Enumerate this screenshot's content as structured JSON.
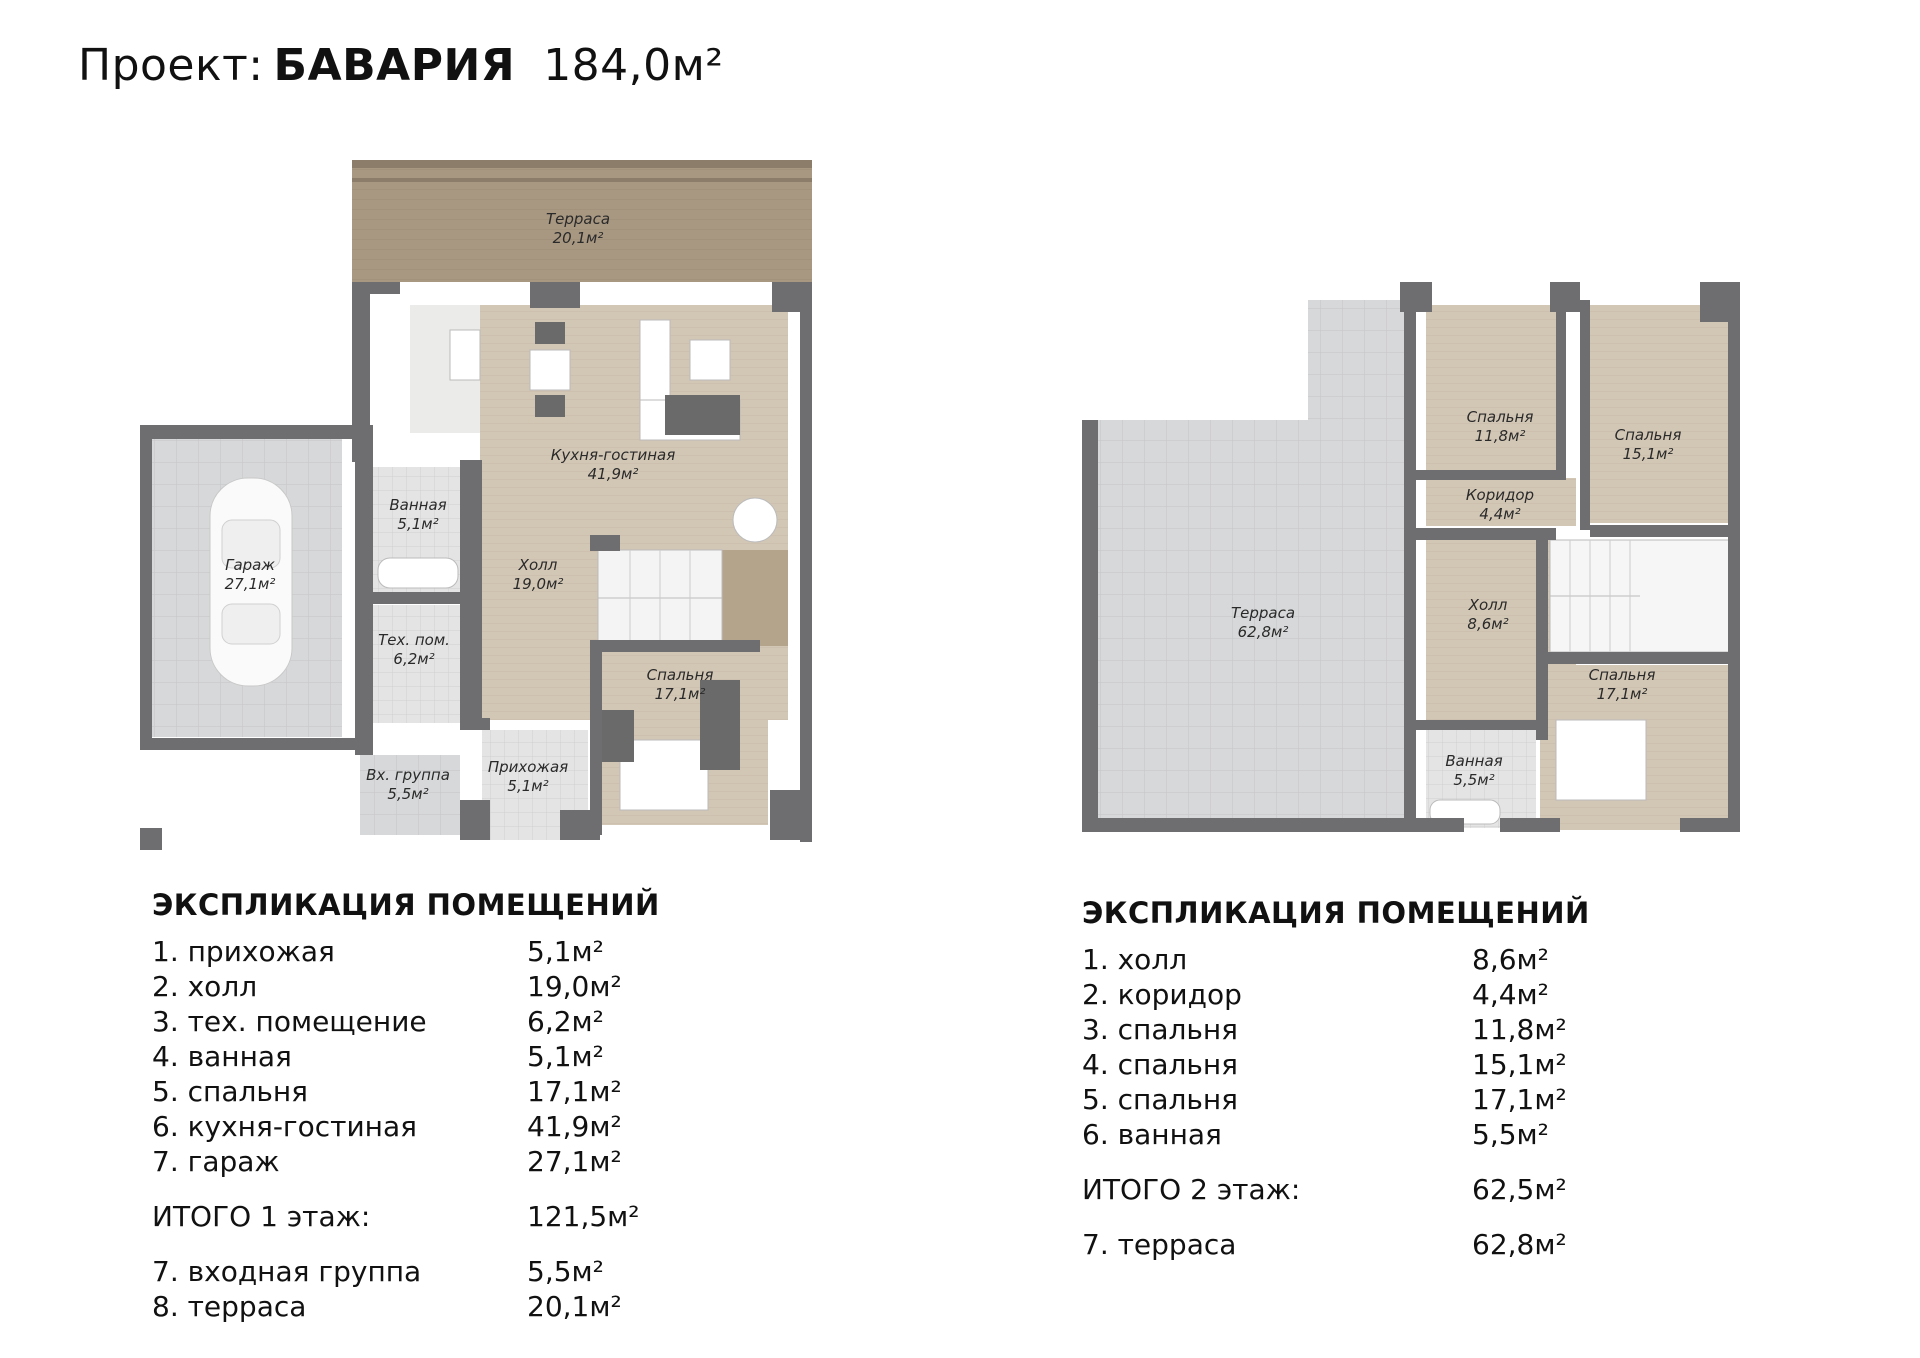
{
  "title": {
    "prefix": "Проект:",
    "name": "БАВАРИЯ",
    "area": "184,0м²"
  },
  "floor1": {
    "rooms": [
      {
        "id": "terrace",
        "name": "Терраса",
        "area": "20,1м²"
      },
      {
        "id": "kitchen",
        "name": "Кухня-гостиная",
        "area": "41,9м²"
      },
      {
        "id": "bath",
        "name": "Ванная",
        "area": "5,1м²"
      },
      {
        "id": "garage",
        "name": "Гараж",
        "area": "27,1м²"
      },
      {
        "id": "hall",
        "name": "Холл",
        "area": "19,0м²"
      },
      {
        "id": "tech",
        "name": "Тех. пом.",
        "area": "6,2м²"
      },
      {
        "id": "bedroom",
        "name": "Спальня",
        "area": "17,1м²"
      },
      {
        "id": "entrance",
        "name": "Вх. группа",
        "area": "5,5м²"
      },
      {
        "id": "hallway",
        "name": "Прихожая",
        "area": "5,1м²"
      }
    ],
    "explication": {
      "heading": "ЭКСПЛИКАЦИЯ ПОМЕЩЕНИЙ",
      "items": [
        {
          "label": "1. прихожая",
          "value": "5,1м²"
        },
        {
          "label": "2. холл",
          "value": "19,0м²"
        },
        {
          "label": "3. тех. помещение",
          "value": "6,2м²"
        },
        {
          "label": "4. ванная",
          "value": "5,1м²"
        },
        {
          "label": "5. спальня",
          "value": "17,1м²"
        },
        {
          "label": "6. кухня-гостиная",
          "value": "41,9м²"
        },
        {
          "label": "7. гараж",
          "value": "27,1м²"
        }
      ],
      "total": {
        "label": "ИТОГО 1 этаж:",
        "value": "121,5м²"
      },
      "extra": [
        {
          "label": "7. входная группа",
          "value": "5,5м²"
        },
        {
          "label": "8. терраса",
          "value": "20,1м²"
        }
      ]
    }
  },
  "floor2": {
    "rooms": [
      {
        "id": "bed1",
        "name": "Спальня",
        "area": "11,8м²"
      },
      {
        "id": "bed2",
        "name": "Спальня",
        "area": "15,1м²"
      },
      {
        "id": "corridor",
        "name": "Коридор",
        "area": "4,4м²"
      },
      {
        "id": "terrace",
        "name": "Терраса",
        "area": "62,8м²"
      },
      {
        "id": "hall",
        "name": "Холл",
        "area": "8,6м²"
      },
      {
        "id": "bed3",
        "name": "Спальня",
        "area": "17,1м²"
      },
      {
        "id": "bath",
        "name": "Ванная",
        "area": "5,5м²"
      }
    ],
    "explication": {
      "heading": "ЭКСПЛИКАЦИЯ ПОМЕЩЕНИЙ",
      "items": [
        {
          "label": "1. холл",
          "value": "8,6м²"
        },
        {
          "label": "2. коридор",
          "value": "4,4м²"
        },
        {
          "label": "3. спальня",
          "value": "11,8м²"
        },
        {
          "label": "4. спальня",
          "value": "15,1м²"
        },
        {
          "label": "5. спальня",
          "value": "17,1м²"
        },
        {
          "label": "6. ванная",
          "value": "5,5м²"
        }
      ],
      "total": {
        "label": "ИТОГО 2 этаж:",
        "value": "62,5м²"
      },
      "extra": [
        {
          "label": "7. терраса",
          "value": "62,8м²"
        }
      ]
    }
  },
  "colors": {
    "wall": "#6e6e70",
    "wood": "#d2c6b5",
    "wood_dark": "#b5a48c",
    "terrace_wood": "#a89882",
    "tile": "#d7d8d9",
    "floor_light": "#ebebea"
  }
}
